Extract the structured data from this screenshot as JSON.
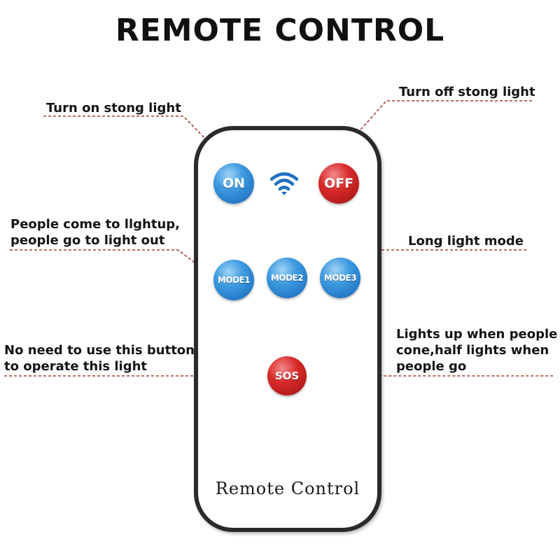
{
  "title": "REMOTE CONTROL",
  "colors": {
    "leader_line": "#a83a2a",
    "button_blue": "#2f86d6",
    "button_red": "#c81e1e",
    "remote_border": "#2a2a2a"
  },
  "remote": {
    "brand_text": "Remote Control",
    "signal_icon": "wifi-icon",
    "buttons": {
      "on": "ON",
      "off": "OFF",
      "mode1": "MODE1",
      "mode2": "MODE2",
      "mode3": "MODE3",
      "sos": "SOS"
    }
  },
  "annotations": {
    "on": "Turn on stong light",
    "off": "Turn off stong light",
    "mode1": [
      "People come to llghtup,",
      "people go to light out"
    ],
    "mode3": "Long light mode",
    "mode2": [
      "Lights up when people",
      "cone,half lights when",
      "people go"
    ],
    "sos": [
      "No need to use this button",
      "to operate this light"
    ]
  }
}
